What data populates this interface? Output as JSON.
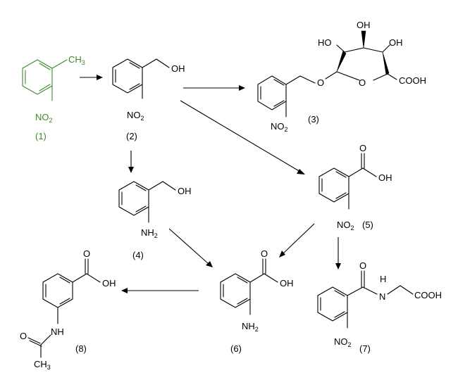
{
  "compounds": [
    {
      "id": "c1",
      "label": "(1)",
      "groups": {
        "methyl": "CH3",
        "nitro": "NO2"
      }
    },
    {
      "id": "c2",
      "label": "(2)",
      "groups": {
        "hydroxyl": "OH",
        "nitro": "NO2"
      }
    },
    {
      "id": "c3",
      "label": "(3)",
      "groups": {
        "ether_o": "O",
        "ring_o": "O",
        "oh1": "HO",
        "oh2": "OH",
        "oh3": "OH",
        "carboxyl": "COOH",
        "nitro": "NO2"
      }
    },
    {
      "id": "c4",
      "label": "(4)",
      "groups": {
        "hydroxyl": "OH",
        "amino": "NH2"
      }
    },
    {
      "id": "c5",
      "label": "(5)",
      "groups": {
        "carbonyl_o": "O",
        "hydroxyl": "OH",
        "nitro": "NO2"
      }
    },
    {
      "id": "c6",
      "label": "(6)",
      "groups": {
        "carbonyl_o": "O",
        "hydroxyl": "OH",
        "amino": "NH2"
      }
    },
    {
      "id": "c7",
      "label": "(7)",
      "groups": {
        "carbonyl_o": "O",
        "nh": "H",
        "n": "N",
        "carboxyl": "COOH",
        "nitro": "NO2"
      }
    },
    {
      "id": "c8",
      "label": "(8)",
      "groups": {
        "carbonyl_o": "O",
        "hydroxyl": "OH",
        "nh": "NH",
        "acetyl_o": "O",
        "methyl": "CH3"
      }
    }
  ],
  "colors": {
    "highlight": "#3a8a2a",
    "ink": "#000000"
  }
}
